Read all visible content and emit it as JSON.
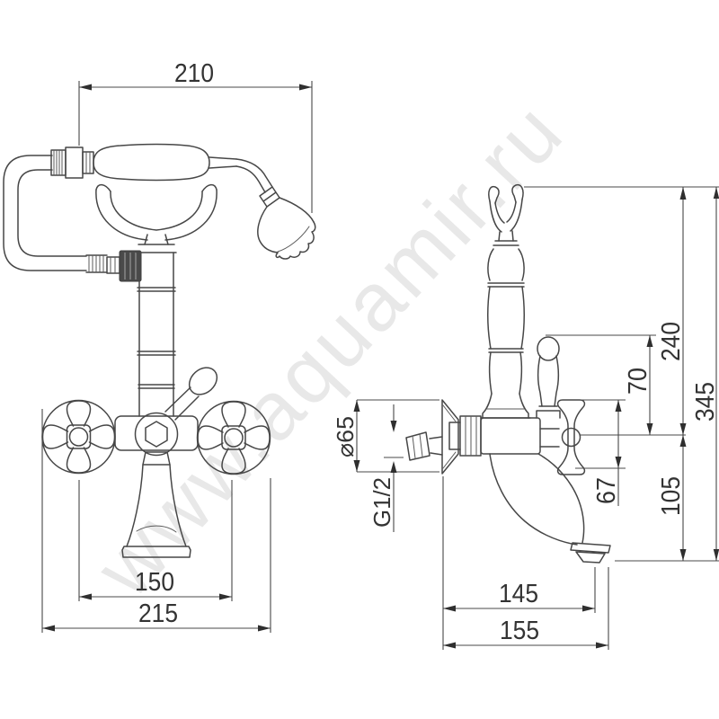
{
  "watermark": {
    "text": "www.aquamir.ru",
    "color": "#e6e6e6"
  },
  "colors": {
    "background": "#ffffff",
    "drawing_line": "#474747",
    "dimension_line": "#484848",
    "text": "#333333",
    "knurl_fill": "#4a4a4a"
  },
  "dimensions": {
    "hand_shower_width": "210",
    "handle_centers_width": "150",
    "front_overall_width": "215",
    "spout_reach": "145",
    "side_overall_width": "155",
    "height_to_cradle_top": "240",
    "overall_height": "345",
    "lever_to_center_height": "70",
    "handle_height": "67",
    "center_to_spout_drop": "105",
    "escutcheon_diameter": "⌀65",
    "connection_thread": "G1/2"
  }
}
